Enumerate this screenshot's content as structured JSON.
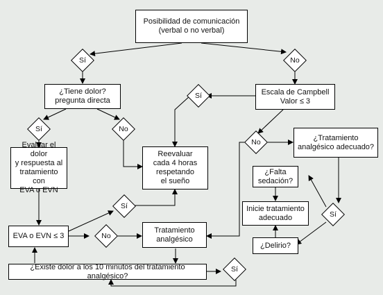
{
  "nodes": {
    "comm": "Posibilidad de comunicación\n(verbal o no verbal)",
    "pain_q": "¿Tiene dolor?\npregunta directa",
    "campbell": "Escala de Campbell\nValor ≤ 3",
    "evaluate": "Evaluar el dolor\ny respuesta al\ntratamiento con\nEVA o EVN",
    "reevaluate": "Reevaluar\ncada 4 horas\nrespetando\nel sueño",
    "treatment_ok": "¿Tratamiento\nanalgésico adecuado?",
    "sedation": "¿Falta\nsedación?",
    "start_treatment": "Inicie tratamiento\nadecuado",
    "delirium": "¿Delirio?",
    "eva": "EVA o EVN ≤ 3",
    "analgesic": "Tratamiento\nanalgésico",
    "pain_after": "¿Existe dolor a los 10 minutos del tratamiento analgésico?"
  },
  "decisions": {
    "d1": "Sí",
    "d2": "No",
    "d3": "Sí",
    "d4": "No",
    "d5": "Sí",
    "d6": "No",
    "d7": "Sí",
    "d8": "No",
    "d9": "Sí",
    "d10": "Sí"
  }
}
